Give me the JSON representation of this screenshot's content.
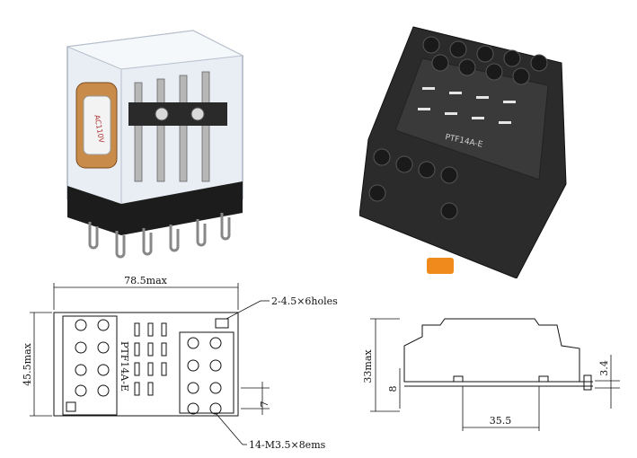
{
  "photos": {
    "relay_icon": "relay-photo-icon",
    "socket_icon": "socket-photo-icon",
    "socket_label": "PTF14A-E"
  },
  "front_view": {
    "width_dim": "78.5max",
    "height_dim": "45.5max",
    "holes_note": "2-4.5×6holes",
    "screws_note": "14-M3.5×8ems",
    "pitch_dim": "7",
    "model_label": "PTF14A-E"
  },
  "side_view": {
    "height_dim": "33max",
    "rail_dim": "8",
    "clip_dim": "3.4",
    "base_dim": "35.5"
  }
}
